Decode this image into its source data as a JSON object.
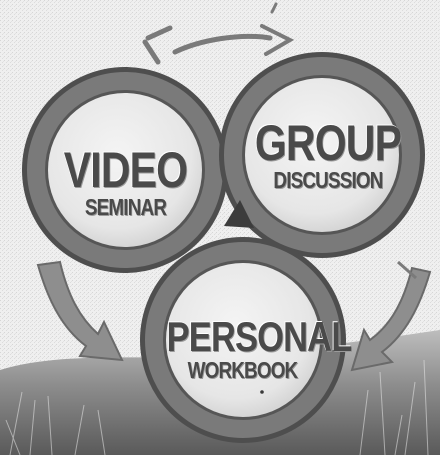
{
  "circles": {
    "video": {
      "title": "VIDEO",
      "subtitle": "SEMINAR"
    },
    "group": {
      "title": "GROUP",
      "subtitle": "DISCUSSION"
    },
    "personal": {
      "title": "PERSONAL",
      "subtitle": "WORKBOOK"
    }
  },
  "colors": {
    "ring": "#777777",
    "ring_dark": "#4e4e4e",
    "circle_fill": "#ececec",
    "text": "#4a4a4a",
    "arrow": "#8a8a8a",
    "grass": "#5a5a5a"
  }
}
